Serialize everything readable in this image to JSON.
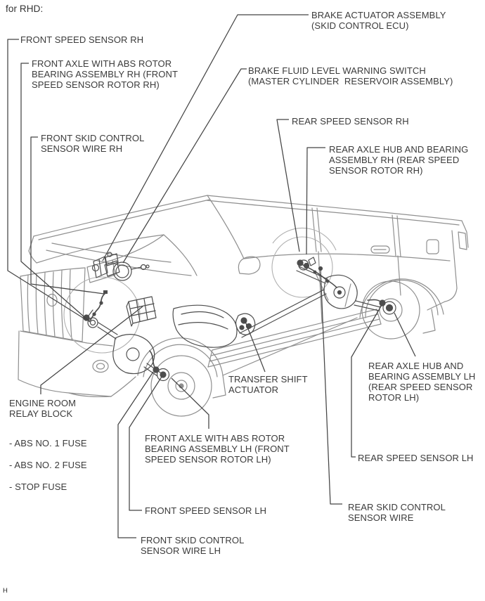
{
  "page": {
    "title": "for RHD:",
    "page_mark": "H",
    "description": "ABS component location diagram, Toyota SUV, 3/4 front-left line drawing"
  },
  "labels": {
    "front_speed_sensor_rh": "FRONT SPEED SENSOR RH",
    "front_axle_rh": "FRONT AXLE WITH ABS ROTOR\nBEARING ASSEMBLY RH (FRONT\nSPEED SENSOR ROTOR RH)",
    "front_skid_control_rh": "FRONT SKID CONTROL\nSENSOR WIRE RH",
    "brake_actuator": "BRAKE ACTUATOR ASSEMBLY\n(SKID CONTROL ECU)",
    "brake_fluid_switch": "BRAKE FLUID LEVEL WARNING SWITCH\n(MASTER CYLINDER  RESERVOIR ASSEMBLY)",
    "rear_speed_sensor_rh": "REAR SPEED SENSOR RH",
    "rear_axle_hub_rh": "REAR AXLE HUB AND BEARING\nASSEMBLY RH (REAR SPEED\nSENSOR ROTOR RH)",
    "engine_room_relay_block": "ENGINE ROOM\nRELAY BLOCK",
    "abs_no1_fuse": "- ABS NO. 1 FUSE",
    "abs_no2_fuse": "- ABS NO. 2 FUSE",
    "stop_fuse": "- STOP FUSE",
    "transfer_shift_actuator": "TRANSFER SHIFT\nACTUATOR",
    "front_axle_lh": "FRONT AXLE WITH ABS ROTOR\nBEARING ASSEMBLY LH (FRONT\nSPEED SENSOR ROTOR LH)",
    "front_speed_sensor_lh": "FRONT SPEED SENSOR LH",
    "front_skid_control_lh": "FRONT SKID CONTROL\nSENSOR WIRE LH",
    "rear_axle_hub_lh": "REAR AXLE HUB AND\nBEARING ASSEMBLY LH\n(REAR SPEED SENSOR\nROTOR LH)",
    "rear_speed_sensor_lh": "REAR SPEED SENSOR LH",
    "rear_skid_control": "REAR SKID CONTROL\nSENSOR WIRE"
  }
}
